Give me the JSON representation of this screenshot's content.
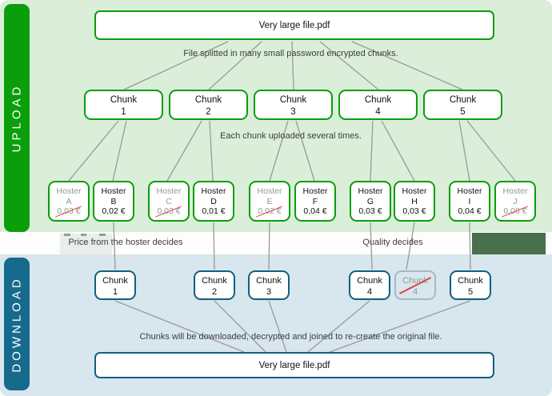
{
  "upload": {
    "sidebar_label": "UPLOAD",
    "file_box": "Very large file.pdf",
    "split_caption": "File splitted in many small password encrypted chunks.",
    "upload_caption": "Each chunk uploaded several times.",
    "chunks": [
      {
        "label": "Chunk",
        "number": "1"
      },
      {
        "label": "Chunk",
        "number": "2"
      },
      {
        "label": "Chunk",
        "number": "3"
      },
      {
        "label": "Chunk",
        "number": "4"
      },
      {
        "label": "Chunk",
        "number": "5"
      }
    ],
    "hosters": [
      {
        "name": "Hoster",
        "letter": "A",
        "price": "0,03 €",
        "rejected": true
      },
      {
        "name": "Hoster",
        "letter": "B",
        "price": "0,02 €",
        "rejected": false
      },
      {
        "name": "Hoster",
        "letter": "C",
        "price": "0,03 €",
        "rejected": true
      },
      {
        "name": "Hoster",
        "letter": "D",
        "price": "0,01 €",
        "rejected": false
      },
      {
        "name": "Hoster",
        "letter": "E",
        "price": "0,02 €",
        "rejected": true
      },
      {
        "name": "Hoster",
        "letter": "F",
        "price": "0,04 €",
        "rejected": false
      },
      {
        "name": "Hoster",
        "letter": "G",
        "price": "0,03 €",
        "rejected": false
      },
      {
        "name": "Hoster",
        "letter": "H",
        "price": "0,03 €",
        "rejected": false
      },
      {
        "name": "Hoster",
        "letter": "I",
        "price": "0,04 €",
        "rejected": false
      },
      {
        "name": "Hoster",
        "letter": "J",
        "price": "0,08 €",
        "rejected": true
      }
    ]
  },
  "middle": {
    "left_caption": "Price from the hoster decides",
    "right_caption": "Quality decides"
  },
  "download": {
    "sidebar_label": "DOWNLOAD",
    "chunks": [
      {
        "label": "Chunk",
        "number": "1",
        "rejected": false
      },
      {
        "label": "Chunk",
        "number": "2",
        "rejected": false
      },
      {
        "label": "Chunk",
        "number": "3",
        "rejected": false
      },
      {
        "label": "Chunk",
        "number": "4",
        "rejected": false
      },
      {
        "label": "Chunk",
        "number": "4",
        "rejected": true
      },
      {
        "label": "Chunk",
        "number": "5",
        "rejected": false
      }
    ],
    "join_caption": "Chunks will be downloaded, decrypted and joined to re-create the original file.",
    "file_box": "Very large file.pdf"
  },
  "colors": {
    "accent_green": "#0a9e0a",
    "light_green": "#daeeda",
    "accent_teal": "#166b8d",
    "teal_border": "#11607f",
    "light_blue": "#d8e6ee",
    "band_white": "#fdfdfd",
    "line_gray": "#9a9a9a",
    "strike_red": "#e04545",
    "block_green": "#47704b"
  }
}
